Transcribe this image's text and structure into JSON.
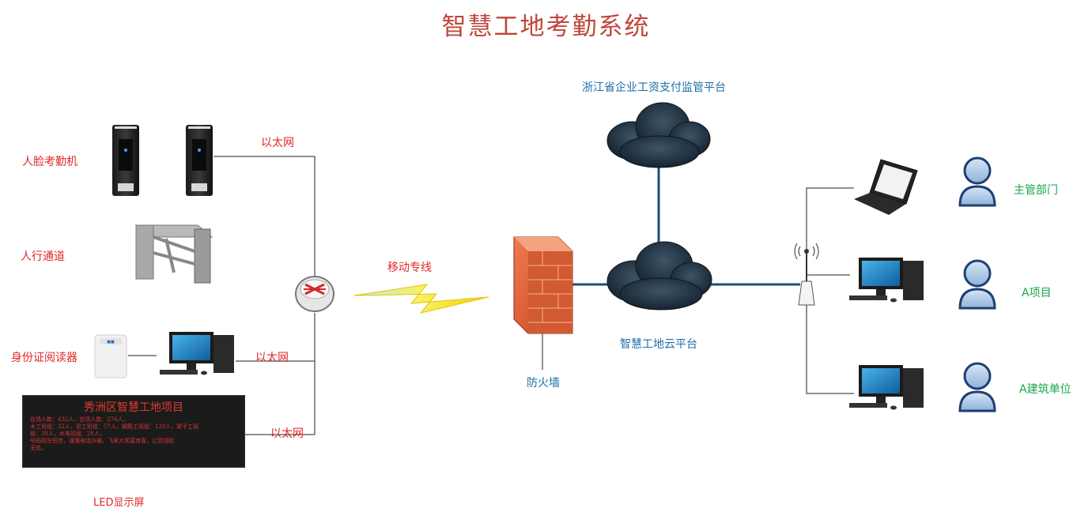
{
  "title": "智慧工地考勤系统",
  "left_labels": {
    "face": "人脸考勤机",
    "gate": "人行通道",
    "id_reader": "身份证阅读器",
    "led": "LED显示屏"
  },
  "links": {
    "ethernet_1": "以太网",
    "ethernet_2": "以太网",
    "ethernet_3": "以太网",
    "mobile_line": "移动专线"
  },
  "center_labels": {
    "firewall": "防火墙",
    "cloud_platform": "智慧工地云平台",
    "zhejiang_platform": "浙江省企业工资支付监管平台"
  },
  "right_labels": {
    "dept": "主管部门",
    "project": "A项目",
    "builder": "A建筑单位"
  },
  "led_screen": {
    "title": "秀洲区智慧工地项目",
    "lines": [
      "在场人数：432人，在场人数：276人，",
      "木工班组：32人，泥工班组：57人，钢筋工班组：120人，架子工班",
      "组：38人，水电班组：28人，",
      "号码陌生短信，谨慎电话诈骗，飞来大奖莫惊喜，让您钱财",
      "无忧。"
    ]
  },
  "colors": {
    "title": "#c0463a",
    "red_label": "#e0282a",
    "green_label": "#16a84a",
    "blue_label": "#1d6ea8",
    "link_line": "#1f4e79"
  }
}
